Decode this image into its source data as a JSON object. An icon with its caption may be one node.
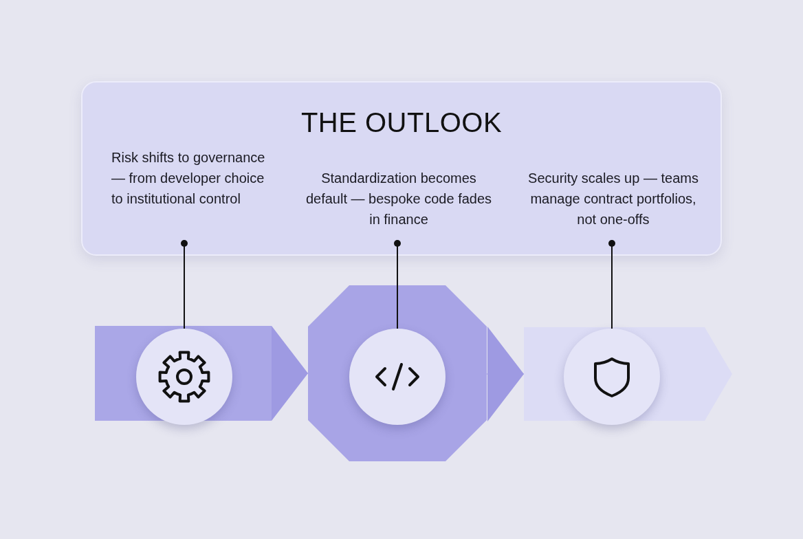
{
  "diagram": {
    "nodes": [
      {
        "text": [
          "THE OUTLOOK"
        ]
      },
      {
        "text": [
          "Risk shifts to governance — from developer choice to institutional control"
        ],
        "in": 0
      },
      {
        "text": [
          "Standardization becomes default — bespoke code fades in finance"
        ],
        "in": 0
      },
      {
        "text": [
          "Security scales up — teams manage contract portfolios, not one-offs"
        ],
        "in": 0
      },
      {
        "text": [],
        "shape": "box"
      },
      {
        "text": [],
        "shape": "box"
      },
      {
        "text": [],
        "shape": "box"
      },
      {
        "text": [],
        "shape": "circle",
        "in": 4
      },
      {
        "text": [],
        "shape": "circle",
        "in": 5
      },
      {
        "text": [],
        "shape": "circle",
        "in": 6
      }
    ],
    "edges": [
      {
        "from": 1,
        "to": 7,
        "arrow": "other"
      },
      {
        "from": 2,
        "to": 8,
        "arrow": "other"
      },
      {
        "from": 3,
        "to": 9,
        "arrow": "other"
      },
      {
        "from": 4,
        "to": 5,
        "arrow": "to",
        "color": "#9e9ae2"
      },
      {
        "from": 5,
        "to": 6,
        "arrow": "to",
        "color": "#9e9ae2"
      }
    ]
  }
}
